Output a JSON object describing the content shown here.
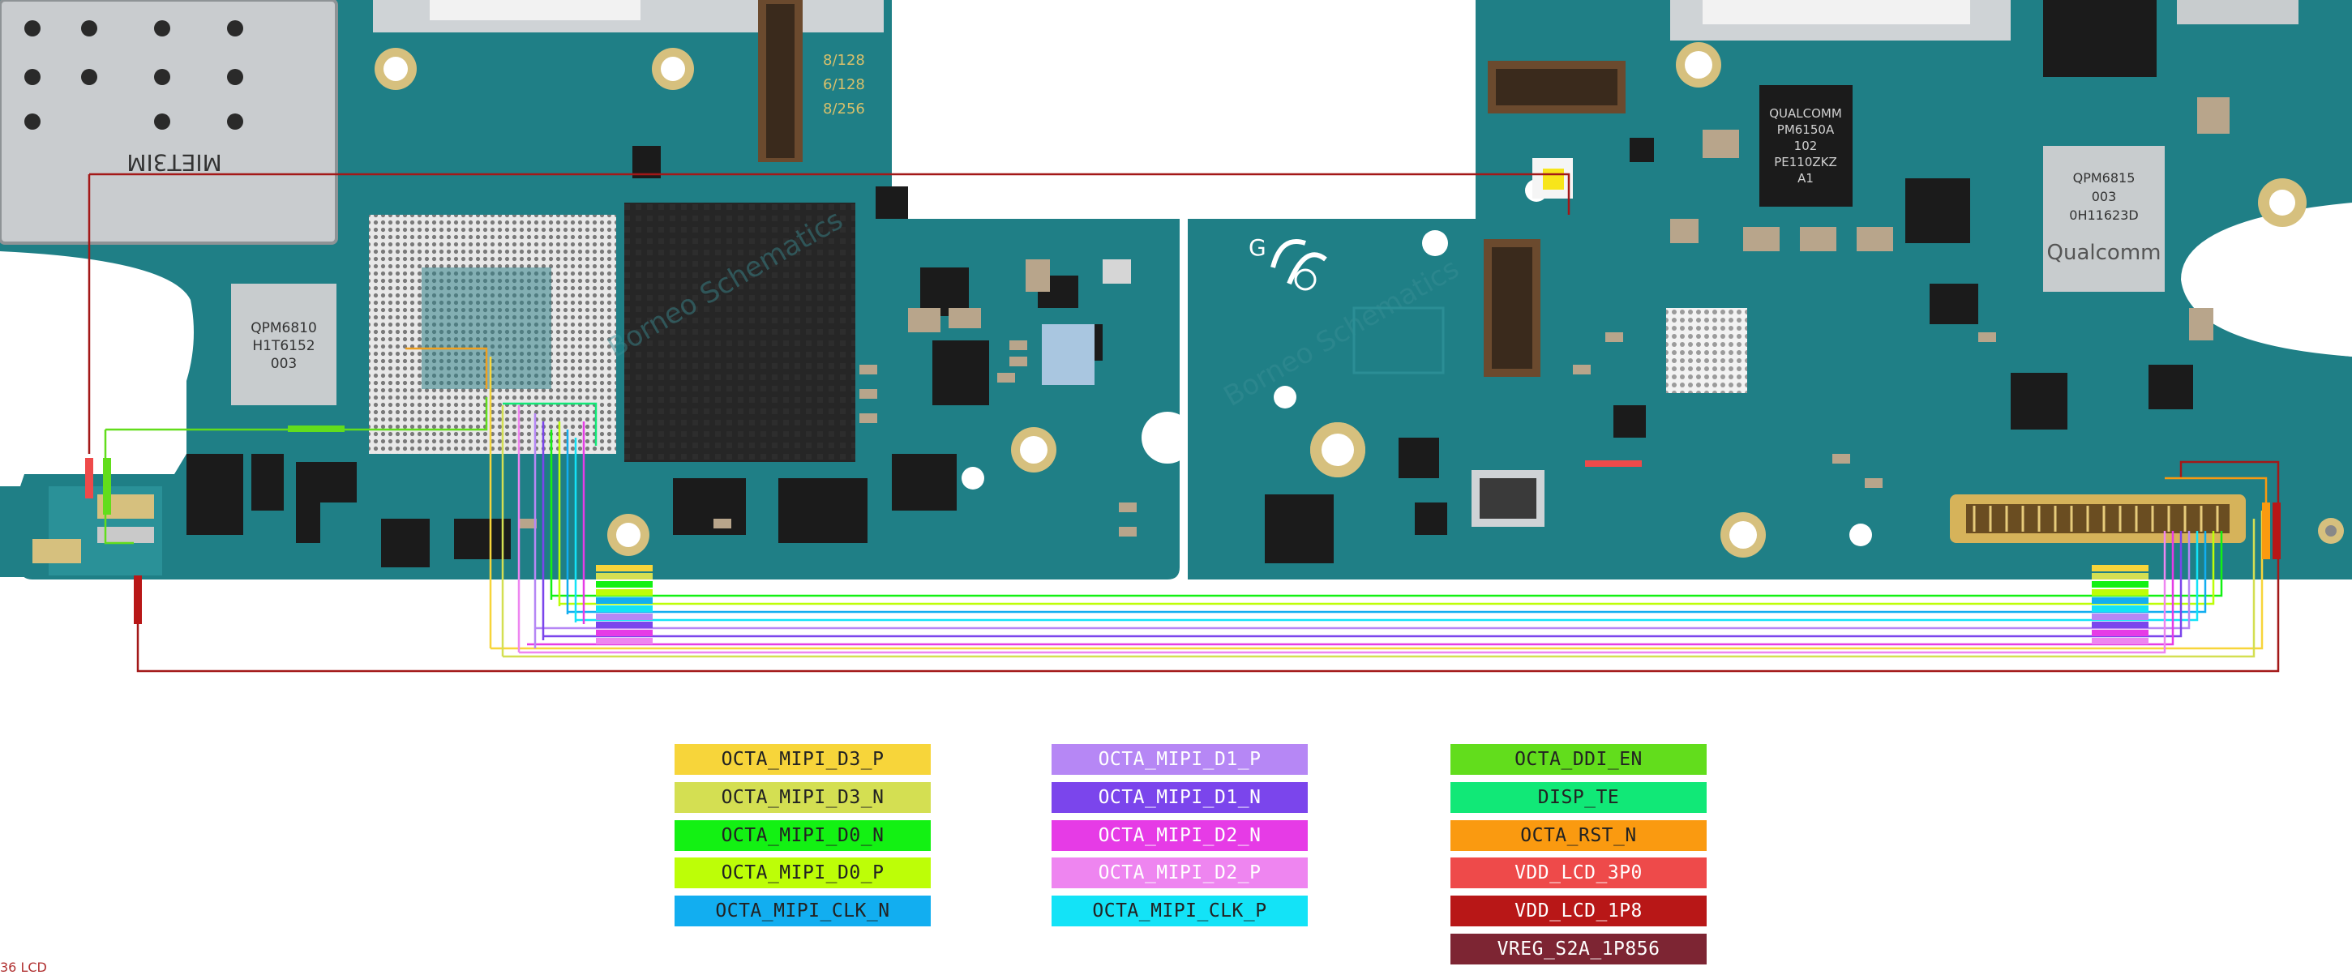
{
  "board": {
    "memory_variants": [
      "8/128",
      "6/128",
      "8/256"
    ],
    "pmic_left_label": [
      "QPM6810",
      "H1T6152",
      "003"
    ],
    "qualcomm_pmic_label": [
      "QUALCOMM",
      "PM6150A",
      "102",
      "PE110ZKZ",
      "A1"
    ],
    "qualcomm_right_label": [
      "QPM6815",
      "003",
      "0H11623D"
    ],
    "qualcomm_brand": "Qualcomm",
    "sim_tray_label": "MIET3IM",
    "watermark_left": "Borneo Schematics",
    "watermark_right": "Borneo Schematics",
    "board_code": "G"
  },
  "legend": {
    "col1": [
      {
        "label": "OCTA_MIPI_D3_P",
        "color": "#f7d53a",
        "text_color": "#222222"
      },
      {
        "label": "OCTA_MIPI_D3_N",
        "color": "#d4df52",
        "text_color": "#222222"
      },
      {
        "label": "OCTA_MIPI_D0_N",
        "color": "#13f113",
        "text_color": "#222222"
      },
      {
        "label": "OCTA_MIPI_D0_P",
        "color": "#bdfe07",
        "text_color": "#222222"
      },
      {
        "label": "OCTA_MIPI_CLK_N",
        "color": "#12aef0",
        "text_color": "#222222"
      }
    ],
    "col2": [
      {
        "label": "OCTA_MIPI_D1_P",
        "color": "#b687f5",
        "text_color": "#ffffff"
      },
      {
        "label": "OCTA_MIPI_D1_N",
        "color": "#7b45ec",
        "text_color": "#ffffff"
      },
      {
        "label": "OCTA_MIPI_D2_N",
        "color": "#e63be6",
        "text_color": "#ffffff"
      },
      {
        "label": "OCTA_MIPI_D2_P",
        "color": "#ee85f0",
        "text_color": "#ffffff"
      },
      {
        "label": "OCTA_MIPI_CLK_P",
        "color": "#13e3f7",
        "text_color": "#222222"
      }
    ],
    "col3": [
      {
        "label": "OCTA_DDI_EN",
        "color": "#62dd1c",
        "text_color": "#222222"
      },
      {
        "label": "DISP_TE",
        "color": "#11e877",
        "text_color": "#222222"
      },
      {
        "label": "OCTA_RST_N",
        "color": "#fa9a10",
        "text_color": "#222222"
      },
      {
        "label": "VDD_LCD_3P0",
        "color": "#ee4a4a",
        "text_color": "#ffffff"
      },
      {
        "label": "VDD_LCD_1P8",
        "color": "#b81717",
        "text_color": "#ffffff"
      },
      {
        "label": "VREG_S2A_1P856",
        "color": "#7d2533",
        "text_color": "#ffffff"
      }
    ]
  },
  "footer": {
    "label": "36 LCD"
  },
  "colors": {
    "pcb": "#1f7f86",
    "pcb_dark": "#155e66",
    "chip": "#1b1b1b",
    "shield": "#c8c8c8",
    "trace_frame": "#a31818"
  }
}
